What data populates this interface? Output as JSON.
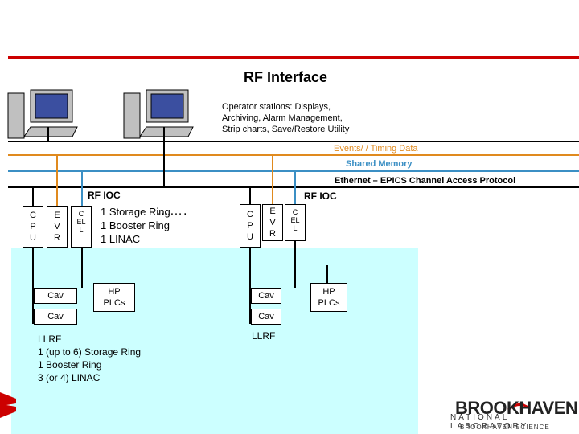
{
  "title": "RF Interface",
  "operator_stations": [
    "Operator stations: Displays,",
    "Archiving, Alarm Management,",
    "Strip charts, Save/Restore Utility"
  ],
  "buses": {
    "events": "Events/ / Timing Data",
    "shared_memory": "Shared Memory",
    "ethernet": "Ethernet – EPICS Channel Access Protocol"
  },
  "bus_colors": {
    "events": "#e08a1e",
    "shared_memory": "#3b8fc4",
    "ethernet": "#000000",
    "accent": "#cc0000",
    "cabinet": "#ccffff"
  },
  "left_ioc": {
    "label": "RF IOC",
    "cpu": [
      "C",
      "P",
      "U"
    ],
    "evr": [
      "E",
      "V",
      "R"
    ],
    "cel": [
      "C",
      "EL",
      "L"
    ],
    "rings": [
      "1 Storage Ring",
      "1 Booster Ring",
      "1 LINAC"
    ],
    "dots": "…….",
    "cav1": "Cav",
    "cav2": "Cav",
    "hp_plcs": [
      "HP",
      "PLCs"
    ],
    "llrf": [
      "LLRF",
      "1 (up to 6) Storage Ring",
      "1 Booster Ring",
      "3 (or 4) LINAC"
    ]
  },
  "right_ioc": {
    "label": "RF IOC",
    "cpu": [
      "C",
      "P",
      "U"
    ],
    "evr": [
      "E",
      "V",
      "R"
    ],
    "cel": [
      "C",
      "EL",
      "L"
    ],
    "cav1": "Cav",
    "cav2": "Cav",
    "hp_plcs": [
      "HP",
      "PLCs"
    ],
    "llrf": "LLRF"
  },
  "logo": {
    "name": "BROOKHAVEN",
    "subtitle": "NATIONAL LABORATORY",
    "footer": "BROOKHAVEN SCIENCE"
  }
}
